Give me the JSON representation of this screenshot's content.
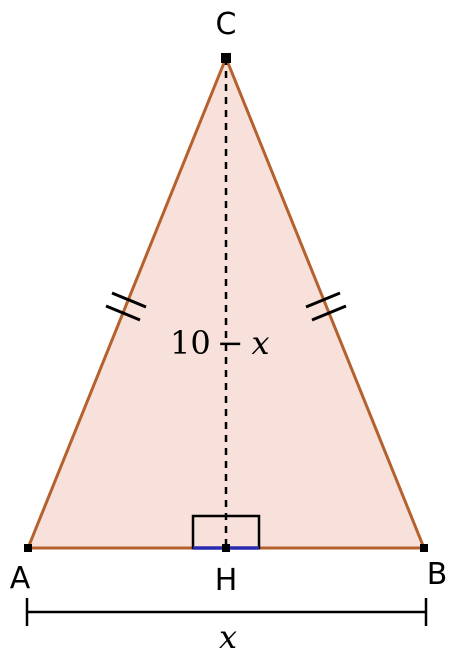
{
  "diagram": {
    "points": {
      "A": "A",
      "B": "B",
      "C": "C",
      "H": "H"
    },
    "height_label_num": "10",
    "height_label_op": "−",
    "height_label_var": "x",
    "base_label": "x",
    "colors": {
      "triangle_fill": "#f8e1da",
      "triangle_stroke": "#b5612e",
      "base_stroke": "#b5612e",
      "right_angle_base": "#2a2ab0",
      "altitude": "#000000",
      "point": "#000000"
    }
  }
}
